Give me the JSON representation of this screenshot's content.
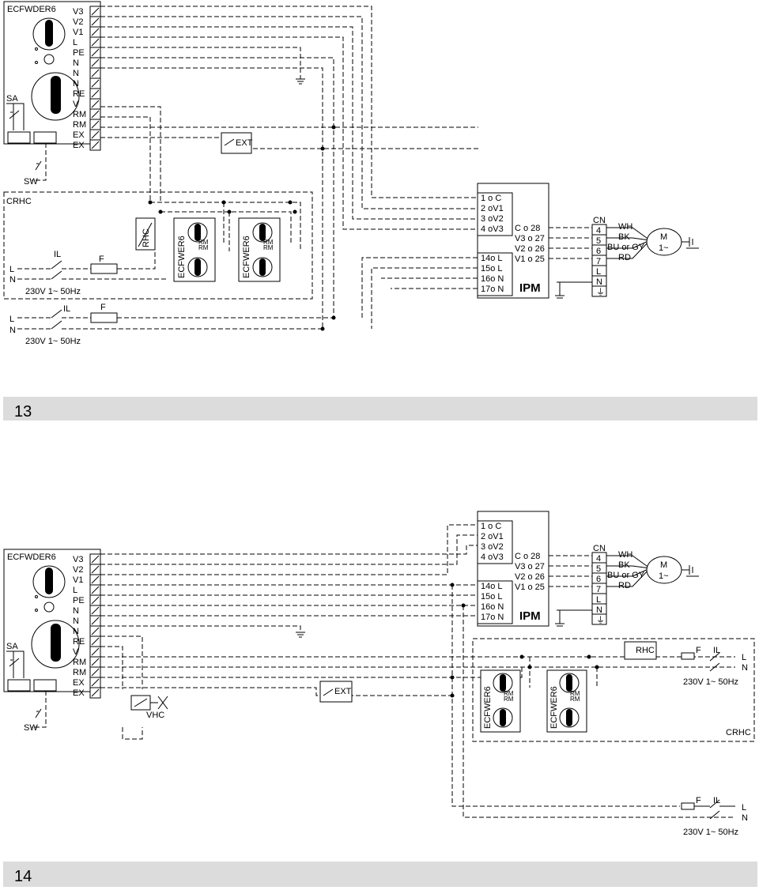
{
  "figures": [
    {
      "number": "13",
      "controller": "ECFWDER6",
      "terminals": [
        "V3",
        "V2",
        "V1",
        "L",
        "PE",
        "N",
        "N",
        "N",
        "RE",
        "V",
        "RM",
        "RM",
        "EX",
        "EX"
      ],
      "sensor_label": "SA",
      "switch_label": "SW",
      "ext_label": "EXT",
      "crhc_label": "CRHC",
      "rhc_label": "RHC",
      "module_label": "ECFWER6",
      "rm_label": "RM",
      "il_label": "IL",
      "fuse_label": "F",
      "line_l": "L",
      "line_n": "N",
      "supply": "230V  1~ 50Hz",
      "ipm": {
        "title": "IPM",
        "left_pins": [
          "1 o C",
          "2 oV1",
          "3 oV2",
          "4 oV3",
          "14o L",
          "15o L",
          "16o N",
          "17o N"
        ],
        "right_pins": [
          "C o 28",
          "V3 o 27",
          "V2 o 26",
          "V1 o 25"
        ]
      },
      "cn": {
        "title": "CN",
        "pins": [
          "4",
          "5",
          "6",
          "7",
          "L",
          "N",
          "⏚"
        ]
      },
      "wires": [
        "WH",
        "BK",
        "BU or GY",
        "RD"
      ],
      "motor": {
        "m": "M",
        "phase": "1~"
      }
    },
    {
      "number": "14",
      "controller": "ECFWDER6",
      "terminals": [
        "V3",
        "V2",
        "V1",
        "L",
        "PE",
        "N",
        "N",
        "N",
        "RE",
        "V",
        "RM",
        "RM",
        "EX",
        "EX"
      ],
      "sensor_label": "SA",
      "switch_label": "SW",
      "ext_label": "EXT",
      "vhc_label": "VHC",
      "crhc_label": "CRHC",
      "rhc_label": "RHC",
      "module_label": "ECFWER6",
      "rm_label": "RM",
      "il_label": "IL",
      "fuse_label": "F",
      "line_l": "L",
      "line_n": "N",
      "supply": "230V  1~ 50Hz",
      "ipm": {
        "title": "IPM",
        "left_pins": [
          "1 o C",
          "2 oV1",
          "3 oV2",
          "4 oV3",
          "14o L",
          "15o L",
          "16o N",
          "17o N"
        ],
        "right_pins": [
          "C o 28",
          "V3 o 27",
          "V2 o 26",
          "V1 o 25"
        ]
      },
      "cn": {
        "title": "CN",
        "pins": [
          "4",
          "5",
          "6",
          "7",
          "L",
          "N",
          "⏚"
        ]
      },
      "wires": [
        "WH",
        "BK",
        "BU or GY",
        "RD"
      ],
      "motor": {
        "m": "M",
        "phase": "1~"
      }
    }
  ]
}
